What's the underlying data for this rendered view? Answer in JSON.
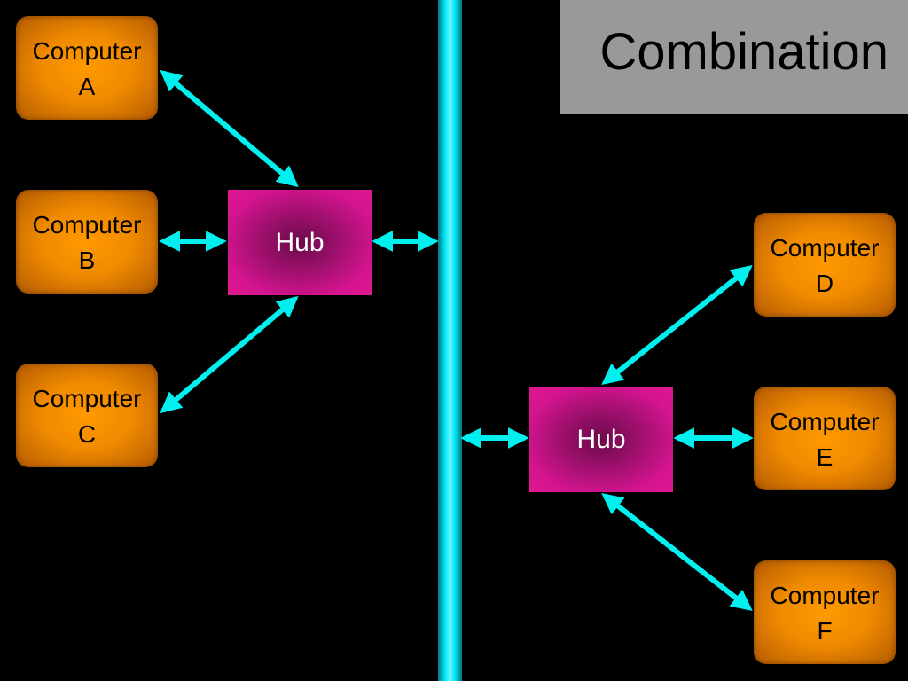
{
  "title": "Combination",
  "colors": {
    "background": "#000000",
    "title_box": "#999999",
    "backbone": "#00e6f5",
    "computer": "#f08a00",
    "hub": "#d4148f",
    "arrow": "#00f0f0"
  },
  "computers": {
    "a": {
      "line1": "Computer",
      "line2": "A"
    },
    "b": {
      "line1": "Computer",
      "line2": "B"
    },
    "c": {
      "line1": "Computer",
      "line2": "C"
    },
    "d": {
      "line1": "Computer",
      "line2": "D"
    },
    "e": {
      "line1": "Computer",
      "line2": "E"
    },
    "f": {
      "line1": "Computer",
      "line2": "F"
    }
  },
  "hubs": {
    "left": {
      "label": "Hub"
    },
    "right": {
      "label": "Hub"
    }
  }
}
